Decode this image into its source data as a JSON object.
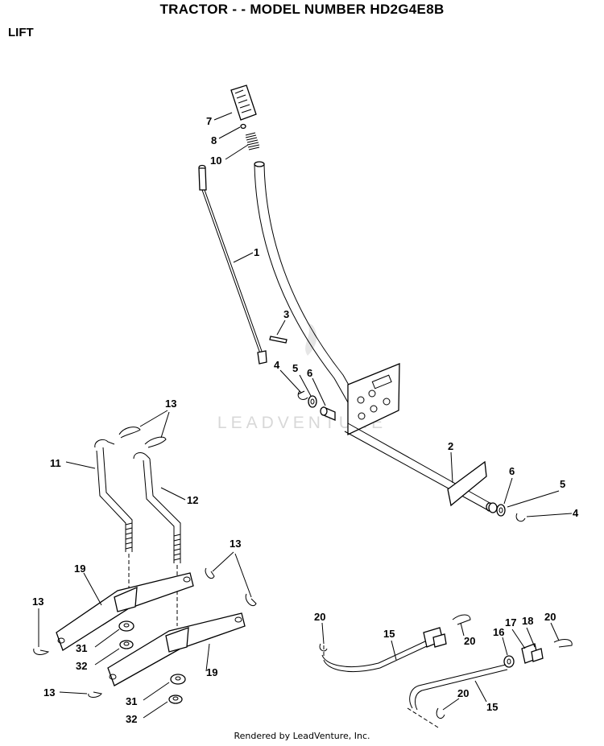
{
  "header": {
    "title": "TRACTOR - - MODEL NUMBER HD2G4E8B",
    "section": "LIFT"
  },
  "watermark": "LEADVENTURE",
  "footer": "Rendered by LeadVenture, Inc.",
  "callouts": {
    "c7": "7",
    "c8": "8",
    "c10": "10",
    "c1": "1",
    "c3": "3",
    "c4a": "4",
    "c5a": "5",
    "c6a": "6",
    "c2": "2",
    "c6b": "6",
    "c5b": "5",
    "c4b": "4",
    "c13a": "13",
    "c11": "11",
    "c12": "12",
    "c13b": "13",
    "c19a": "19",
    "c13c": "13",
    "c31a": "31",
    "c32a": "32",
    "c19b": "19",
    "c13d": "13",
    "c31b": "31",
    "c32b": "32",
    "c20a": "20",
    "c15a": "15",
    "c20b": "20",
    "c16": "16",
    "c17": "17",
    "c18": "18",
    "c20c": "20",
    "c20d": "20",
    "c15b": "15"
  }
}
